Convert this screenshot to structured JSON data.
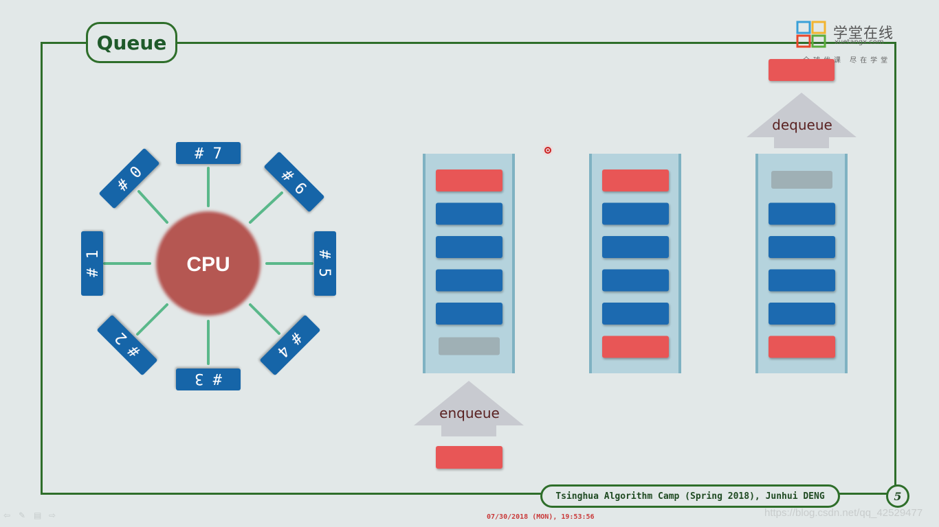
{
  "slide": {
    "title": "Queue",
    "footer": "Tsinghua Algorithm Camp (Spring 2018), Junhui DENG",
    "page_number": "5",
    "timestamp": "07/30/2018 (MON), 19:53:56"
  },
  "logo": {
    "name": "学堂在线",
    "domain": "xuetangx.com",
    "slogan": "全球优课 尽在学堂"
  },
  "watermark": "https://blog.csdn.net/qq_42529477",
  "cpu": {
    "label": "CPU",
    "processes": [
      "# 0",
      "# 1",
      "# 2",
      "# 3",
      "# 4",
      "# 5",
      "# 6",
      "# 7"
    ]
  },
  "queue": {
    "enqueue_label": "enqueue",
    "dequeue_label": "dequeue",
    "columns": [
      {
        "slots": [
          "red",
          "blue",
          "blue",
          "blue",
          "blue",
          "gray"
        ]
      },
      {
        "slots": [
          "red",
          "blue",
          "blue",
          "blue",
          "blue",
          "red"
        ]
      },
      {
        "slots": [
          "gray",
          "blue",
          "blue",
          "blue",
          "blue",
          "red"
        ]
      }
    ]
  },
  "colors": {
    "frame": "#2e6e2a",
    "cpu": "#b55752",
    "process_box": "#1565a8",
    "connector": "#5ab88a",
    "queue_bg": "#b5d3dd",
    "queue_edge": "#7fb2c2",
    "item_red": "#e85656",
    "item_blue": "#1a6bb0",
    "item_gray": "#9fb0b5",
    "arrow": "#c8cad0",
    "arrow_text": "#5a2222"
  },
  "icons": {
    "pointer": "laser-pointer-icon",
    "logo": "xuetangx-logo-icon"
  }
}
